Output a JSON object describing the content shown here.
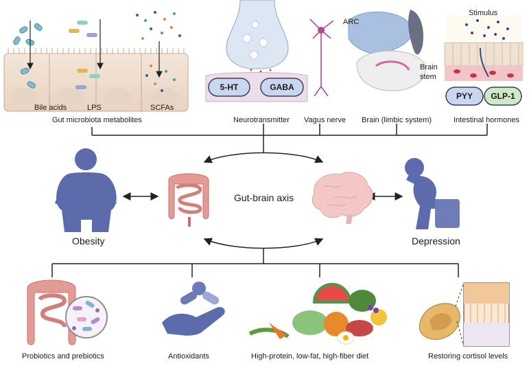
{
  "top": {
    "gut_metabolites": {
      "items": [
        "Bile acids",
        "LPS",
        "SCFAs"
      ],
      "caption": "Gut microbiota metabolites"
    },
    "neurotransmitter": {
      "badges": [
        "5-HT",
        "GABA"
      ],
      "caption": "Neurotransmitter"
    },
    "vagus": {
      "caption": "Vagus nerve",
      "arc_label": "ARC"
    },
    "brain_limbic": {
      "caption": "Brain (limbic system)",
      "stem_label_1": "Brain",
      "stem_label_2": "stem"
    },
    "intestinal": {
      "stimulus": "Stimulus",
      "badges": [
        "PYY",
        "GLP-1"
      ],
      "caption": "Intestinal hormones"
    }
  },
  "middle": {
    "obesity": "Obesity",
    "axis": "Gut-brain axis",
    "depression": "Depression"
  },
  "bottom": {
    "items": [
      "Probiotics and prebiotics",
      "Antioxidants",
      "High-protein, low-fat, high-fiber diet",
      "Restoring cortisol levels"
    ]
  },
  "colors": {
    "figure_blue": "#5b6bab",
    "gut_pink": "#e49a95",
    "brain_pink": "#f2c7c4",
    "badge_blue": "#c9d6ef",
    "badge_green": "#cfe8c6",
    "line": "#222222"
  }
}
